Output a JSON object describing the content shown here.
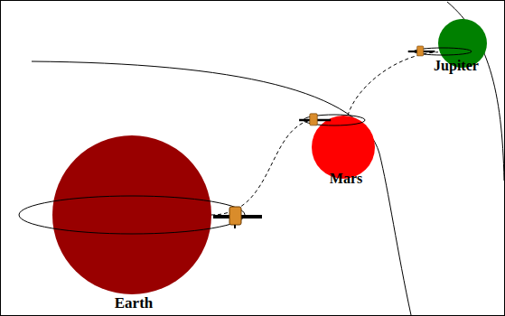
{
  "diagram": {
    "nodes": [
      {
        "text": [
          "Earth"
        ]
      },
      {
        "text": [
          "Mars"
        ]
      },
      {
        "text": [
          "Jupiter"
        ]
      }
    ],
    "edges": [
      {
        "from": 0,
        "to": 1,
        "arrow": "none"
      },
      {
        "from": 1,
        "to": 2,
        "arrow": "none"
      }
    ]
  }
}
